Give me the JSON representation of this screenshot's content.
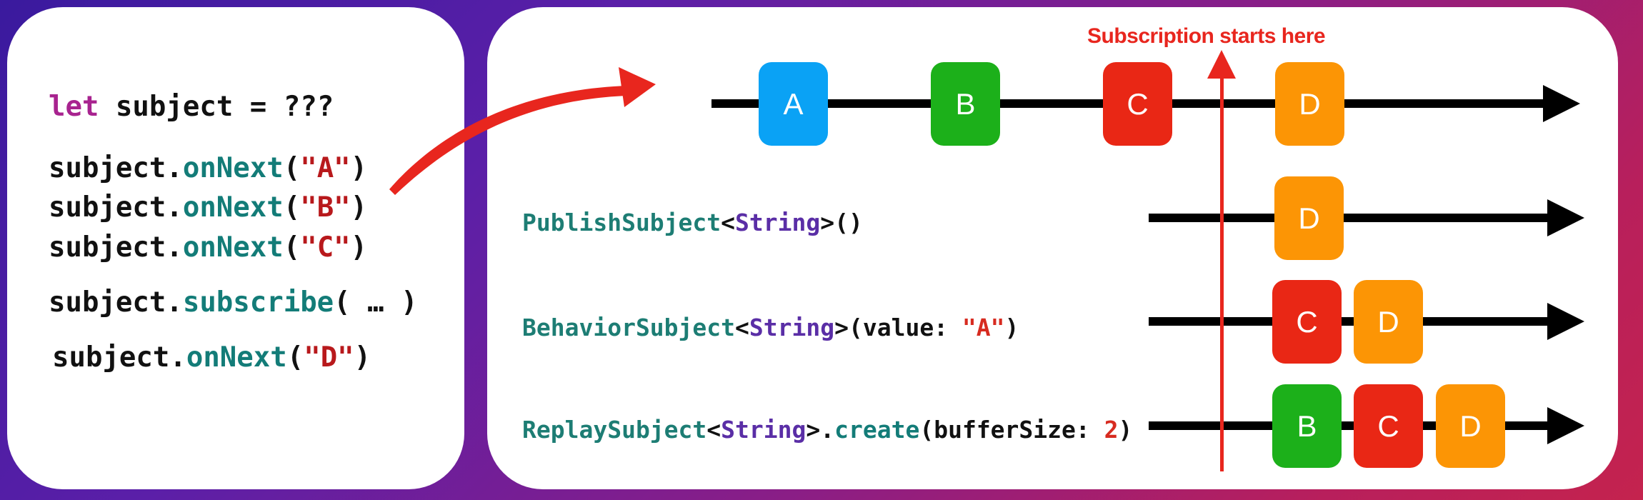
{
  "code_lines": [
    {
      "tokens": [
        {
          "t": "let",
          "c": "kw"
        },
        {
          "t": " subject = ???",
          "c": ""
        }
      ]
    },
    {
      "tokens": [
        {
          "t": "subject.",
          "c": ""
        },
        {
          "t": "onNext",
          "c": "fn"
        },
        {
          "t": "(",
          "c": ""
        },
        {
          "t": "\"A\"",
          "c": "str"
        },
        {
          "t": ")",
          "c": ""
        }
      ]
    },
    {
      "tokens": [
        {
          "t": "subject.",
          "c": ""
        },
        {
          "t": "onNext",
          "c": "fn"
        },
        {
          "t": "(",
          "c": ""
        },
        {
          "t": "\"B\"",
          "c": "str"
        },
        {
          "t": ")",
          "c": ""
        }
      ]
    },
    {
      "tokens": [
        {
          "t": "subject.",
          "c": ""
        },
        {
          "t": "onNext",
          "c": "fn"
        },
        {
          "t": "(",
          "c": ""
        },
        {
          "t": "\"C\"",
          "c": "str"
        },
        {
          "t": ")",
          "c": ""
        }
      ]
    },
    {
      "tokens": [
        {
          "t": "subject.",
          "c": ""
        },
        {
          "t": "subscribe",
          "c": "fn"
        },
        {
          "t": "( … )",
          "c": ""
        }
      ]
    },
    {
      "tokens": [
        {
          "t": "subject.",
          "c": ""
        },
        {
          "t": "onNext",
          "c": "fn"
        },
        {
          "t": "(",
          "c": ""
        },
        {
          "t": "\"D\"",
          "c": "str"
        },
        {
          "t": ")",
          "c": ""
        }
      ]
    }
  ],
  "subscription_label": "Subscription starts here",
  "colors": {
    "A": "#0aa2f5",
    "B": "#1cb01a",
    "C": "#e92715",
    "D": "#fc9505",
    "subscription": "#e8261e"
  },
  "source_stream": {
    "marbles": [
      {
        "label": "A",
        "color": "#0aa2f5"
      },
      {
        "label": "B",
        "color": "#1cb01a"
      },
      {
        "label": "C",
        "color": "#e92715"
      },
      {
        "label": "D",
        "color": "#fc9505"
      }
    ]
  },
  "subjects": [
    {
      "tokens": [
        {
          "t": "PublishSubject",
          "c": "tn"
        },
        {
          "t": "<",
          "c": ""
        },
        {
          "t": "String",
          "c": "ty"
        },
        {
          "t": ">()",
          "c": ""
        }
      ],
      "marbles": [
        {
          "label": "D",
          "color": "#fc9505"
        }
      ]
    },
    {
      "tokens": [
        {
          "t": "BehaviorSubject",
          "c": "tn"
        },
        {
          "t": "<",
          "c": ""
        },
        {
          "t": "String",
          "c": "ty"
        },
        {
          "t": ">(value: ",
          "c": ""
        },
        {
          "t": "\"A\"",
          "c": "num"
        },
        {
          "t": ")",
          "c": ""
        }
      ],
      "marbles": [
        {
          "label": "C",
          "color": "#e92715"
        },
        {
          "label": "D",
          "color": "#fc9505"
        }
      ]
    },
    {
      "tokens": [
        {
          "t": "ReplaySubject",
          "c": "tn"
        },
        {
          "t": "<",
          "c": ""
        },
        {
          "t": "String",
          "c": "ty"
        },
        {
          "t": ">.",
          "c": ""
        },
        {
          "t": "create",
          "c": "fn"
        },
        {
          "t": "(bufferSize: ",
          "c": ""
        },
        {
          "t": "2",
          "c": "num"
        },
        {
          "t": ")",
          "c": ""
        }
      ],
      "marbles": [
        {
          "label": "B",
          "color": "#1cb01a"
        },
        {
          "label": "C",
          "color": "#e92715"
        },
        {
          "label": "D",
          "color": "#fc9505"
        }
      ]
    }
  ]
}
